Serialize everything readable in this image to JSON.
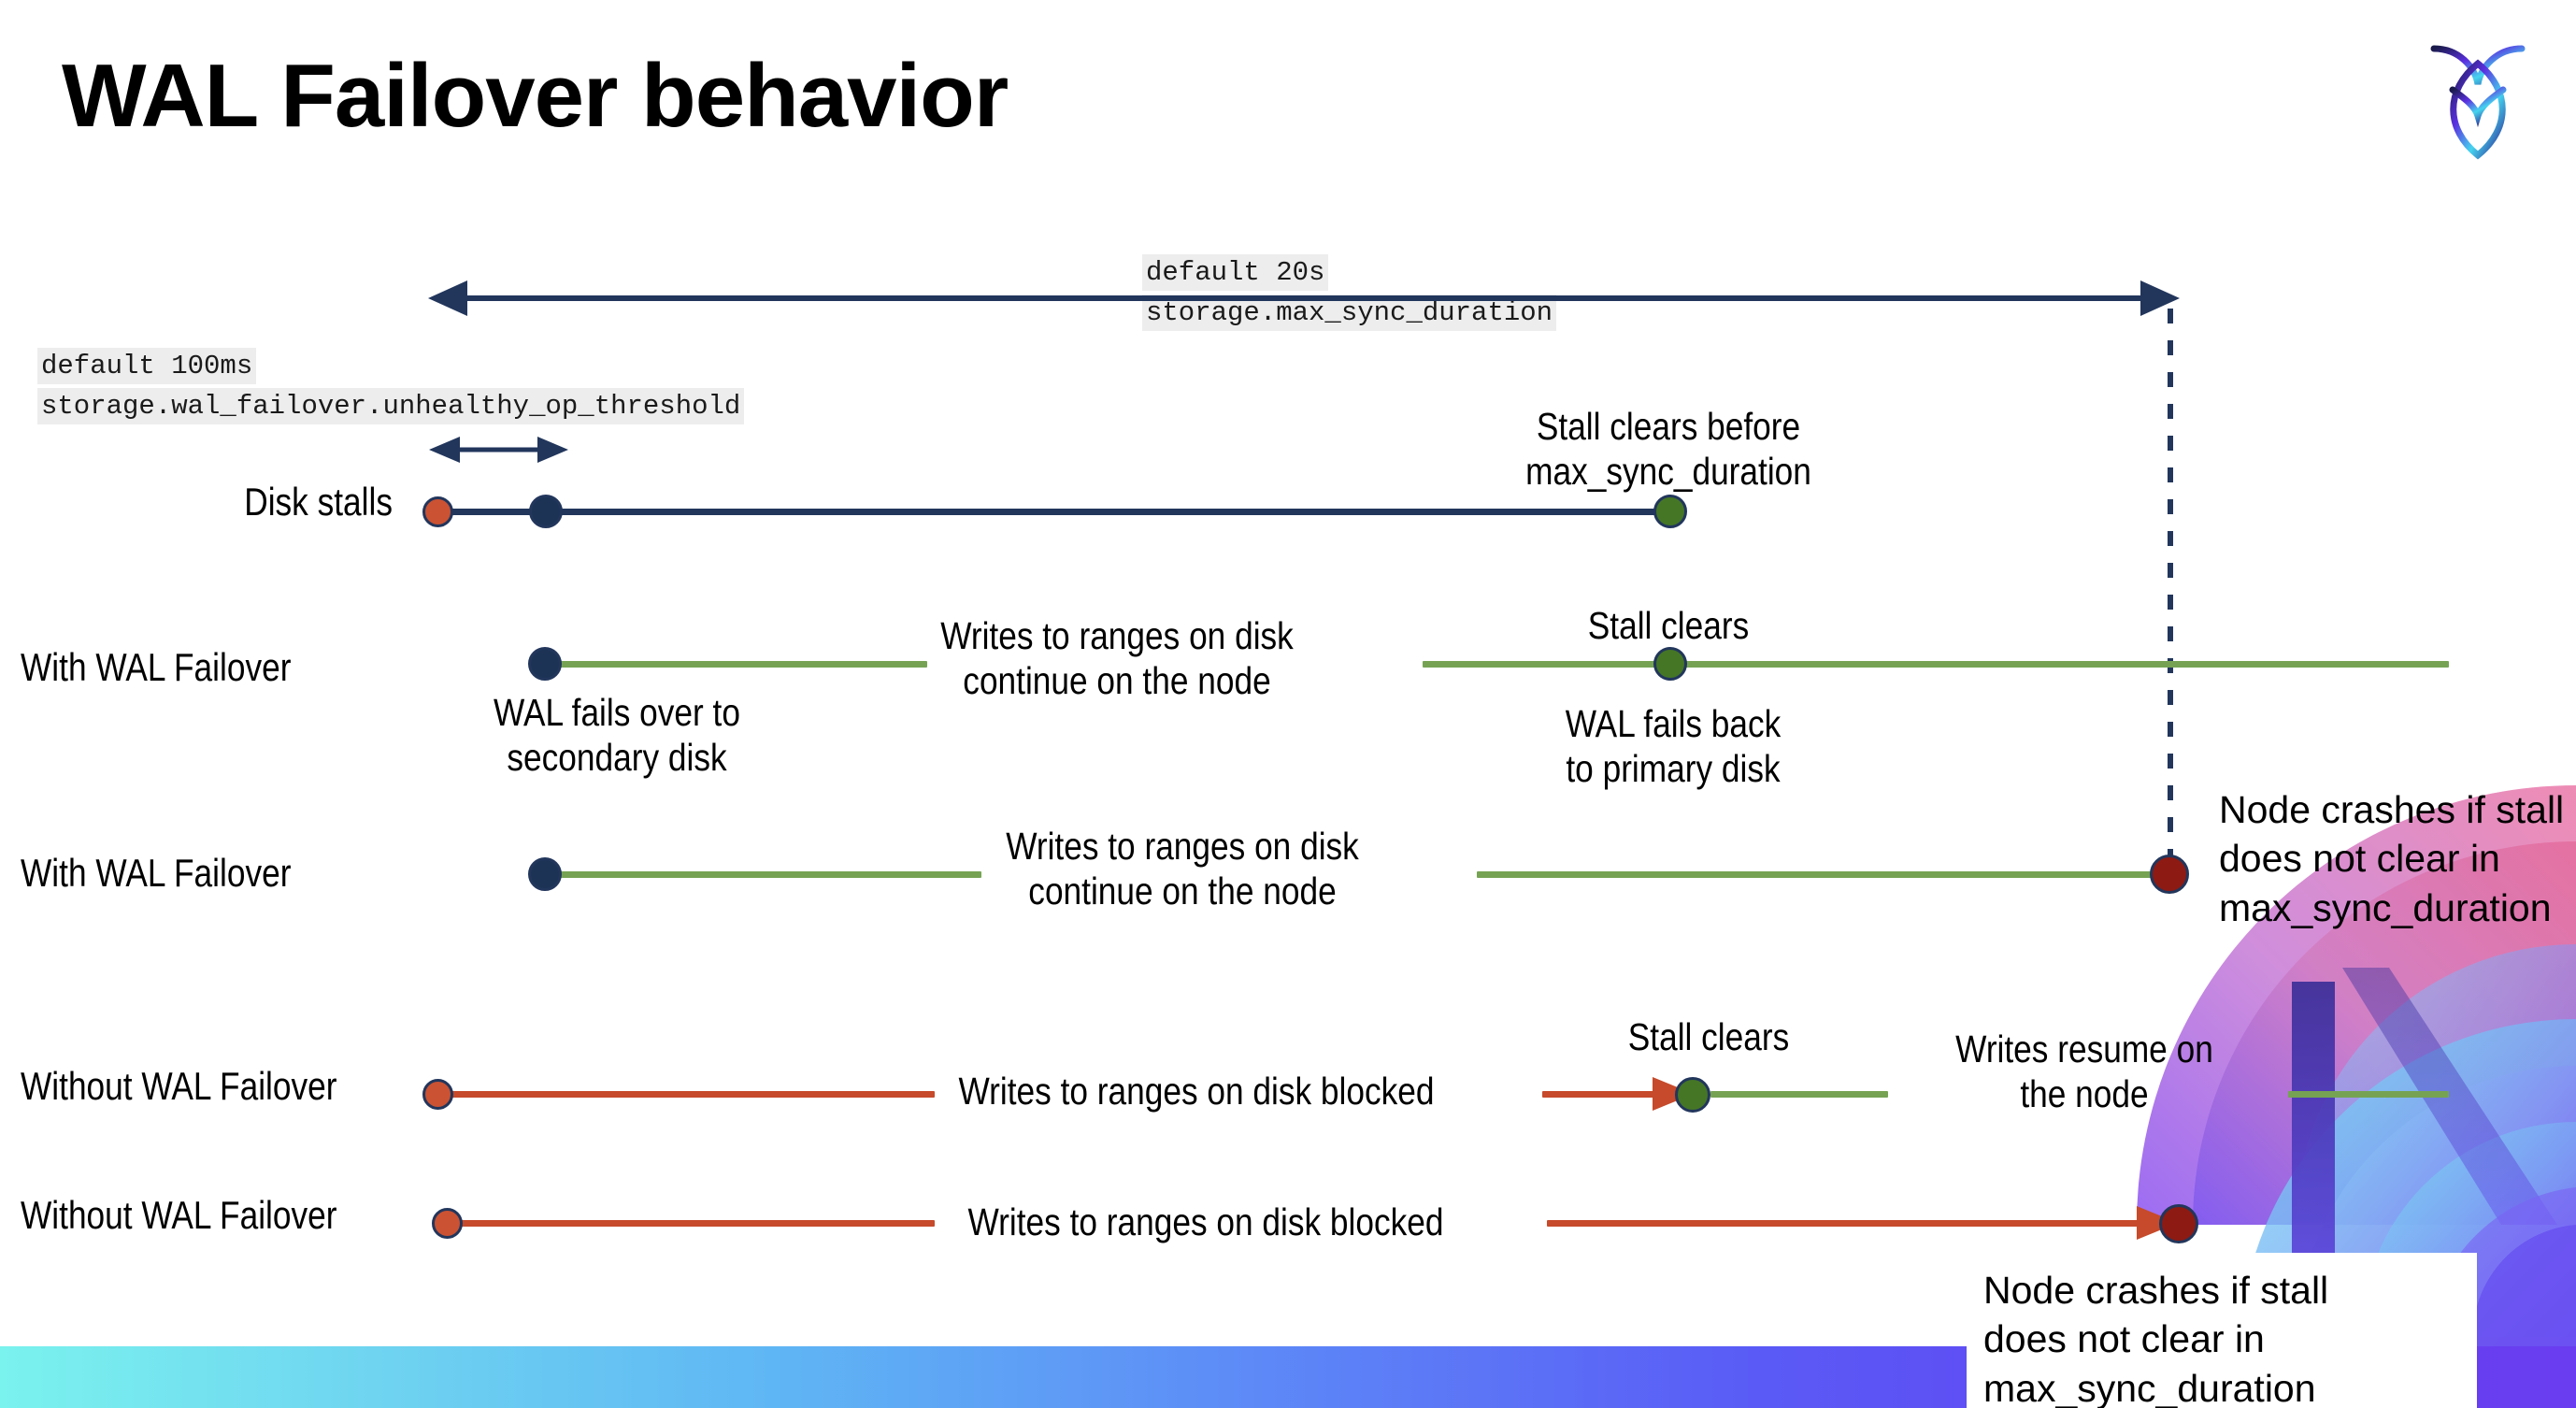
{
  "slide": {
    "title": "WAL Failover behavior",
    "logo_name": "cockroachdb-logo"
  },
  "settings": {
    "max_sync_duration": {
      "default_label": "default 20s",
      "setting_name": "storage.max_sync_duration"
    },
    "unhealthy_op_threshold": {
      "default_label": "default 100ms",
      "setting_name": "storage.wal_failover.unhealthy_op_threshold"
    }
  },
  "rows": [
    {
      "label": "Disk stalls",
      "annotations": [
        "Stall clears before",
        "max_sync_duration"
      ]
    },
    {
      "label": "With WAL Failover",
      "annotations": [
        "Writes to ranges on disk",
        "continue on the node",
        "Stall clears",
        "WAL fails over to",
        "secondary disk",
        "WAL fails  back",
        "to primary disk"
      ]
    },
    {
      "label": "With WAL Failover",
      "annotations": [
        "Writes to ranges on disk",
        "continue on the node",
        "Node crashes if stall",
        "does not clear in",
        "max_sync_duration"
      ]
    },
    {
      "label": "Without WAL Failover",
      "annotations": [
        "Writes to ranges on disk  blocked",
        "Stall clears",
        "Writes resume on",
        "the node"
      ]
    },
    {
      "label": "Without WAL Failover",
      "annotations": [
        "Writes to ranges on disk  blocked",
        "Node crashes if stall",
        "does not clear in",
        "max_sync_duration"
      ]
    }
  ],
  "annotations": {
    "stall_clears_before_l1": "Stall clears before",
    "stall_clears_before_l2": "max_sync_duration",
    "stall_clears": "Stall clears",
    "writes_continue_l1": "Writes to ranges on disk",
    "writes_continue_l2": "continue on the node",
    "wal_fails_over_l1": "WAL fails over to",
    "wal_fails_over_l2": "secondary disk",
    "wal_fails_back_l1": "WAL fails  back",
    "wal_fails_back_l2": "to primary disk",
    "writes_blocked": "Writes to ranges on disk  blocked",
    "writes_resume_l1": "Writes resume on",
    "writes_resume_l2": "the node",
    "crash_l1": "Node crashes if stall",
    "crash_l2": "does not clear in",
    "crash_l3": "max_sync_duration"
  },
  "colors": {
    "navy": "#22365c",
    "green_line": "#76a353",
    "green_dot": "#457625",
    "red_line": "#c64a2b",
    "red_dot": "#cb5232",
    "dark_red_dot": "#8d1a13",
    "chip_bg": "#ededed",
    "strip_start": "#7af2ee",
    "strip_end": "#6a3df0"
  },
  "icons": {
    "arrow_left": "arrow-left-icon",
    "arrow_right": "arrow-right-icon",
    "double_arrow": "double-arrow-icon",
    "dashed_guide": "dashed-guide-icon"
  }
}
